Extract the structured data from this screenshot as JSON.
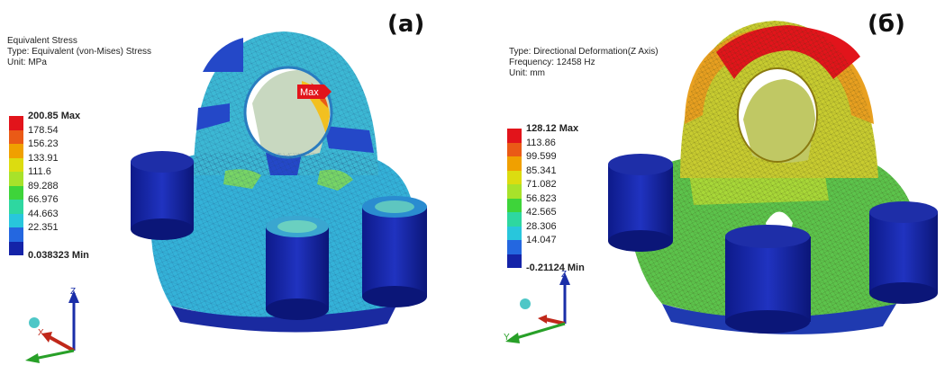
{
  "panel_a": {
    "label": "(a)",
    "title": "Equivalent Stress",
    "type_line": "Type: Equivalent (von-Mises) Stress",
    "unit_line": "Unit: MPa",
    "probe_label": "Max",
    "legend": [
      {
        "value": "200.85 Max",
        "color": "#e2141b"
      },
      {
        "value": "178.54",
        "color": "#ea5a16"
      },
      {
        "value": "156.23",
        "color": "#f0a000"
      },
      {
        "value": "133.91",
        "color": "#dcdc10"
      },
      {
        "value": "111.6",
        "color": "#a8e22a"
      },
      {
        "value": "89.288",
        "color": "#3ed43a"
      },
      {
        "value": "66.976",
        "color": "#2ed7a0"
      },
      {
        "value": "44.663",
        "color": "#28c6dc"
      },
      {
        "value": "22.351",
        "color": "#2467e0"
      }
    ],
    "legend_min": "0.038323 Min",
    "triad": {
      "z": "Z",
      "x": "X"
    }
  },
  "panel_b": {
    "label": "(б)",
    "type_line": "Type: Directional Deformation(Z Axis)",
    "frequency_line": "Frequency: 12458 Hz",
    "unit_line": "Unit: mm",
    "legend": [
      {
        "value": "128.12 Max",
        "color": "#e2141b"
      },
      {
        "value": "113.86",
        "color": "#ea5a16"
      },
      {
        "value": "99.599",
        "color": "#f0a000"
      },
      {
        "value": "85.341",
        "color": "#dcdc10"
      },
      {
        "value": "71.082",
        "color": "#a8e22a"
      },
      {
        "value": "56.823",
        "color": "#3ed43a"
      },
      {
        "value": "42.565",
        "color": "#2ed7a0"
      },
      {
        "value": "28.306",
        "color": "#28c6dc"
      },
      {
        "value": "14.047",
        "color": "#2467e0"
      }
    ],
    "legend_min": "-0.21124 Min",
    "triad": {
      "z": "Z",
      "y": "Y"
    }
  },
  "colors": {
    "max": "#e2141b",
    "min": "#1423a8",
    "axis_z": "#1a2ea8",
    "axis_x": "#c0281a",
    "axis_y": "#28a028",
    "triad_ball": "#4fc7c7"
  }
}
